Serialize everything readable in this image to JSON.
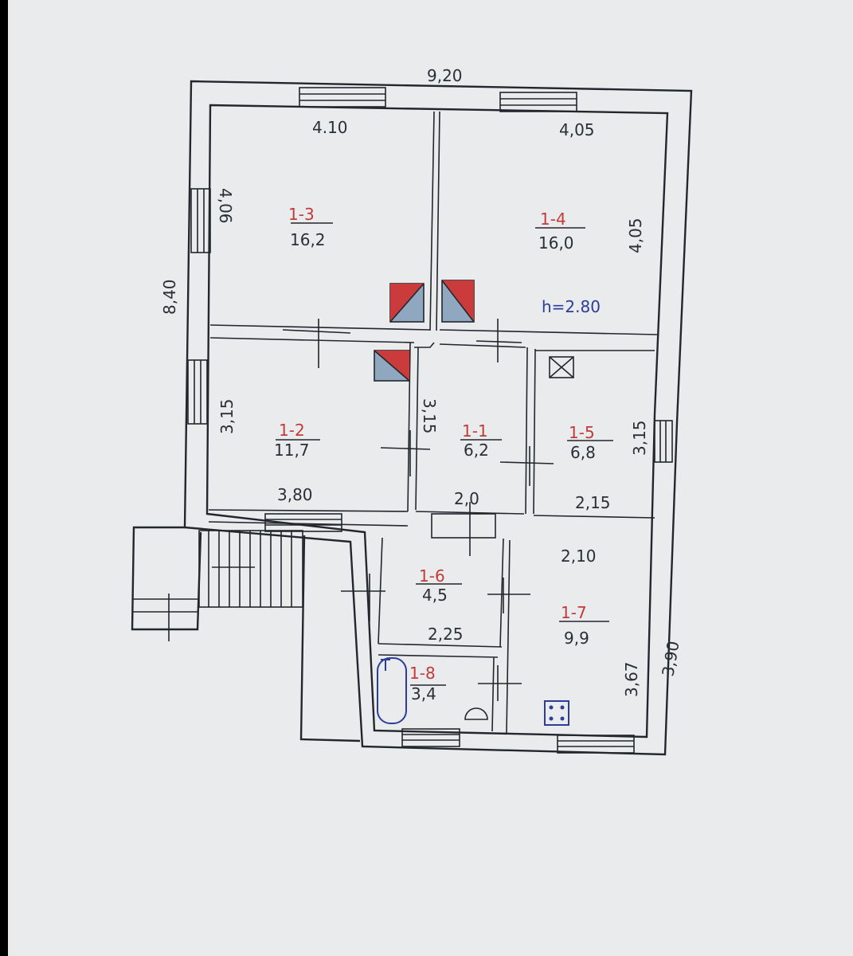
{
  "overall": {
    "width": "9,20",
    "depth": "8,40",
    "height_note": "h=2.80"
  },
  "rooms": [
    {
      "id": "1-3",
      "area": "16,2",
      "dims": [
        "4.10",
        "4,06"
      ]
    },
    {
      "id": "1-4",
      "area": "16,0",
      "dims": [
        "4,05",
        "4,05"
      ]
    },
    {
      "id": "1-2",
      "area": "11,7",
      "dims": [
        "3,80",
        "3,15"
      ]
    },
    {
      "id": "1-1",
      "area": "6,2",
      "dims": [
        "2,0",
        "3,15"
      ]
    },
    {
      "id": "1-5",
      "area": "6,8",
      "dims": [
        "2,15",
        "3,15"
      ]
    },
    {
      "id": "1-6",
      "area": "4,5",
      "dims": [
        "2,25"
      ]
    },
    {
      "id": "1-7",
      "area": "9,9",
      "dims": [
        "2,10",
        "3,67"
      ]
    },
    {
      "id": "1-8",
      "area": "3,4",
      "dims": []
    }
  ],
  "annex": {
    "depth": "3,90"
  },
  "colors": {
    "room_id": "#c23a3a",
    "height": "#2c3d9a",
    "stove_red": "#cc3b3b",
    "stove_blue": "#8fa7bf"
  }
}
